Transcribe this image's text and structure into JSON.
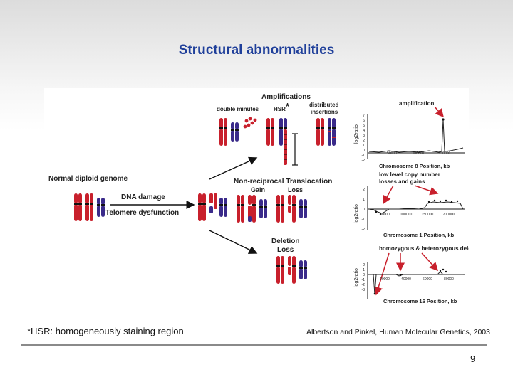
{
  "slide": {
    "title": "Structural abnormalities",
    "footnote": "*HSR: homogeneously staining region",
    "citation": "Albertson and Pinkel, Human Molecular Genetics, 2003",
    "page_number": "9"
  },
  "diagram": {
    "amplifications": "Amplifications",
    "double_minutes": "double minutes",
    "hsr": "HSR",
    "asterisk": "*",
    "distributed": "distributed",
    "insertions": "insertions",
    "normal_diploid": "Normal diploid genome",
    "dna_damage": "DNA damage",
    "telomere": "Telomere dysfunction",
    "translocation": "Non-reciprocal Translocation",
    "gain": "Gain",
    "loss": "Loss",
    "deletion": "Deletion",
    "deletion_loss": "Loss"
  },
  "plots": {
    "p1": {
      "annotation": "amplification",
      "ylabel": "log2ratio",
      "xlabel": "Chromosome 8 Position, kb",
      "yticks": [
        "7",
        "6",
        "5",
        "4",
        "3",
        "2",
        "1",
        "0",
        "-1",
        "-2"
      ],
      "xticks": [
        "50000",
        "100000",
        "150000"
      ]
    },
    "p2": {
      "annotation1": "low level copy number",
      "annotation2": "losses and gains",
      "ylabel": "log2ratio",
      "xlabel": "Chromosome 1 Position, kb",
      "yticks": [
        "2",
        "1",
        "0",
        "-1",
        "-2"
      ],
      "xticks": [
        "50000",
        "100000",
        "150000",
        "200000"
      ]
    },
    "p3": {
      "annotation": "homozygous & heterozygous deletion",
      "ylabel": "log2ratio",
      "xlabel": "Chromosome 16 Position, kb",
      "yticks": [
        "2",
        "1",
        "0",
        "-1",
        "-2",
        "-3"
      ],
      "xticks": [
        "20000",
        "40000",
        "60000",
        "80000"
      ]
    }
  },
  "colors": {
    "title": "#1f3f9a",
    "red_chromosome": "#c8202c",
    "blue_chromosome": "#3a2a8a"
  }
}
